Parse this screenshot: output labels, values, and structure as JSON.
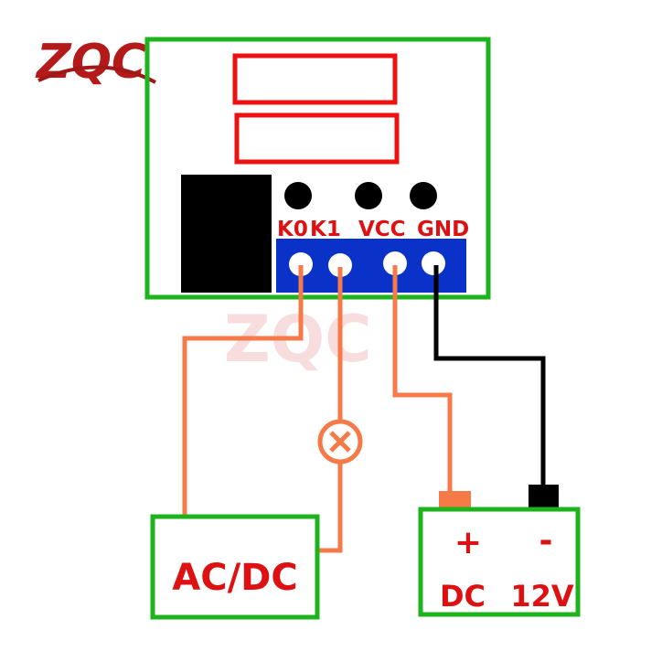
{
  "logo": {
    "text": "ZQC"
  },
  "watermark": {
    "text": "ZQC"
  },
  "module": {
    "terminals": [
      "K0",
      "K1",
      "VCC",
      "GND"
    ]
  },
  "load_supply": {
    "label": "AC/DC"
  },
  "dc_supply": {
    "plus": "+",
    "minus": "-",
    "label_dc": "DC",
    "label_voltage": "12V"
  },
  "colors": {
    "board": "#1db31d",
    "display": "#ee1111",
    "terminal_block": "#0a32c8",
    "wire_signal": "#f57a48",
    "wire_ground": "#000000",
    "label": "#dd1111"
  }
}
